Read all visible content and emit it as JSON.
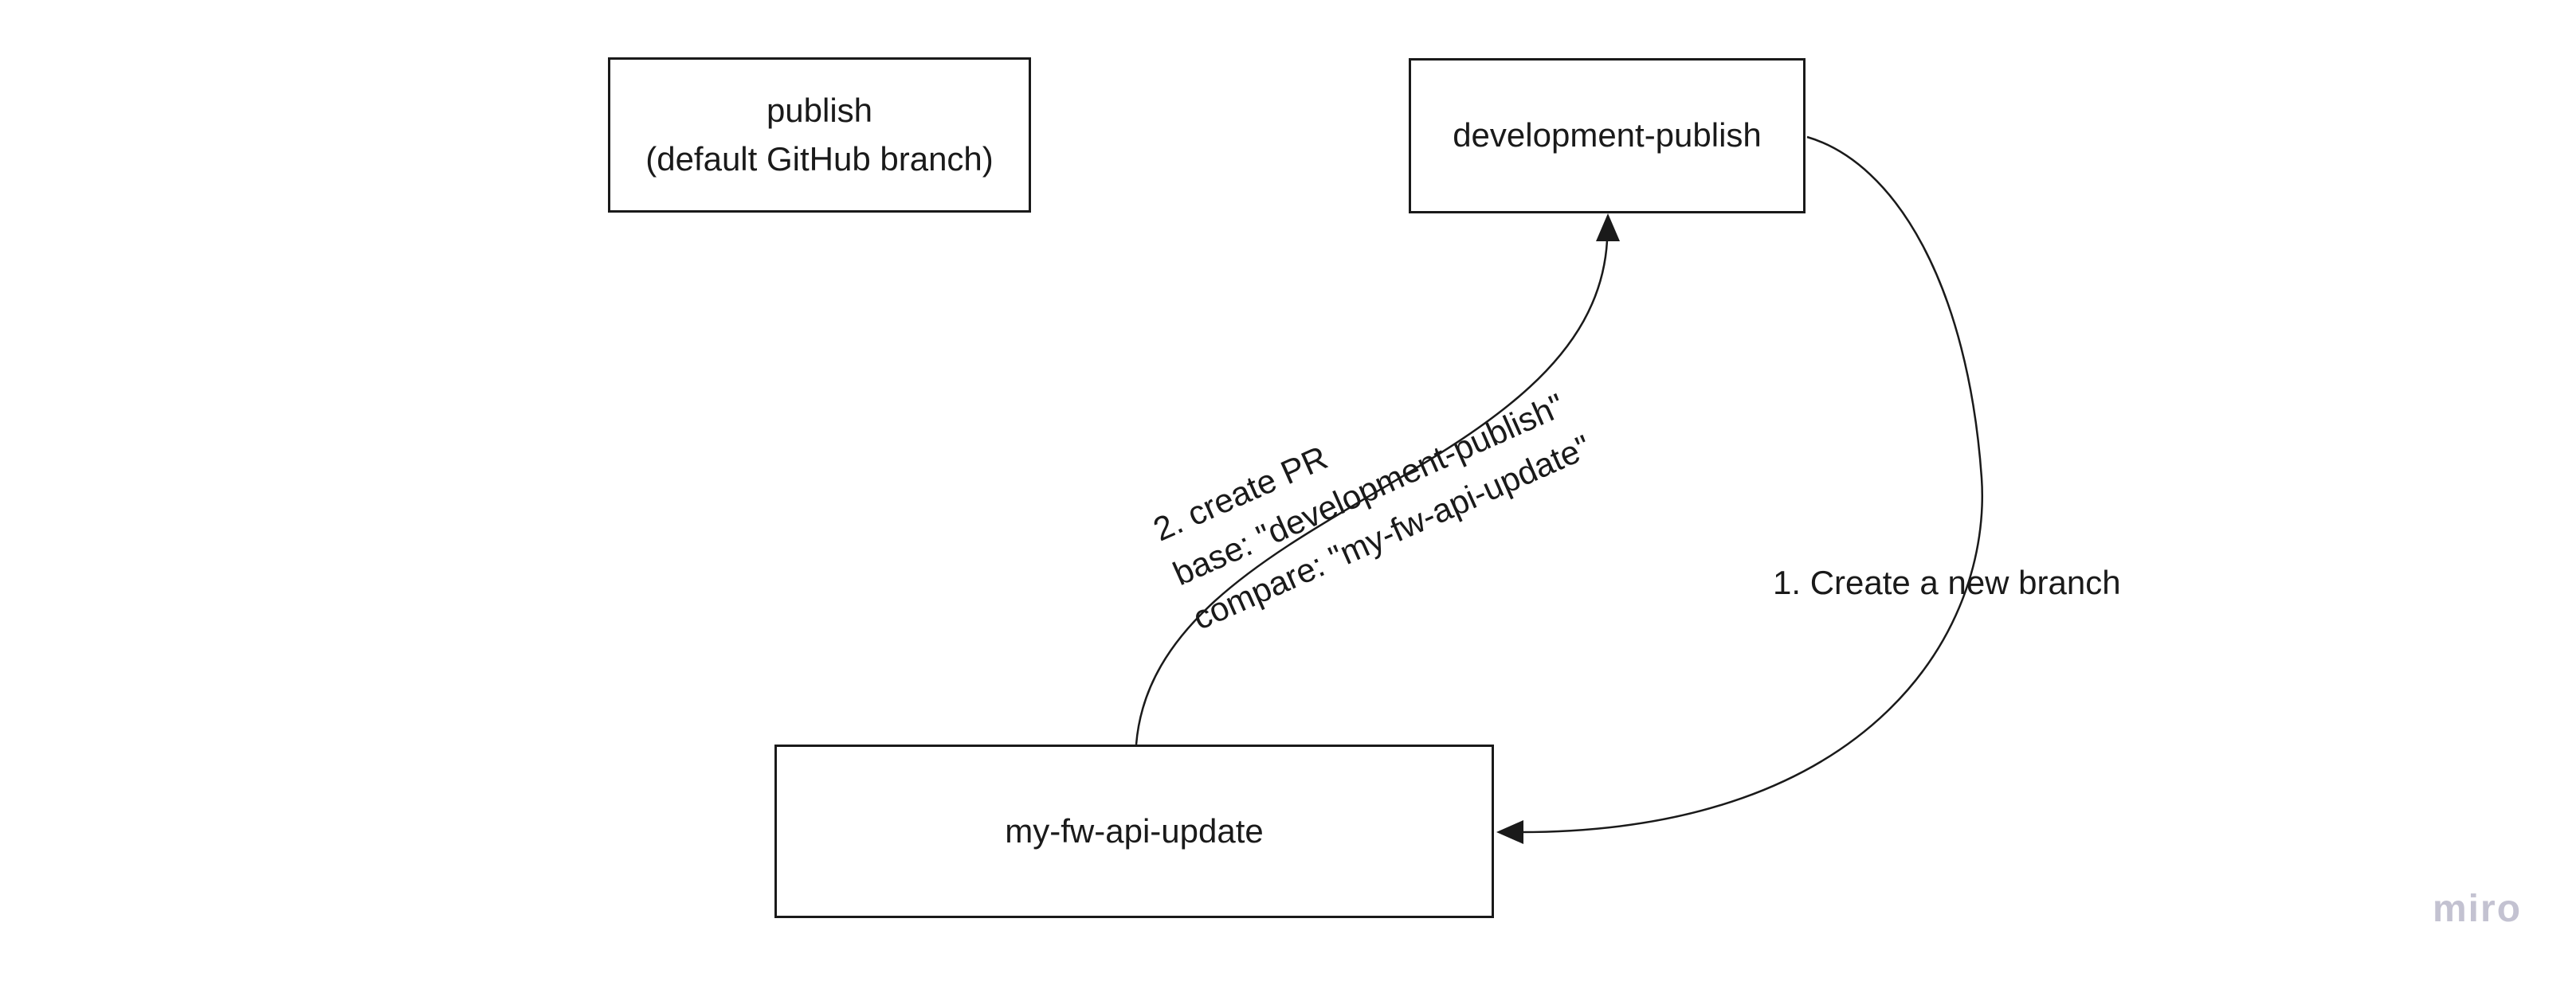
{
  "diagram": {
    "nodes": {
      "publish": {
        "line1": "publish",
        "line2": "(default GitHub branch)"
      },
      "development_publish": {
        "label": "development-publish"
      },
      "my_fw_api_update": {
        "label": "my-fw-api-update"
      }
    },
    "edges": {
      "create_branch": {
        "label": "1. Create a new branch"
      },
      "create_pr": {
        "lines": {
          "0": "2. create PR",
          "1": "base: \"development-publish\"",
          "2": "compare: \"my-fw-api-update\""
        }
      }
    },
    "watermark": "miro",
    "colors": {
      "stroke": "#1a1a1a",
      "background": "#ffffff",
      "watermark": "#c3c2d1"
    }
  }
}
